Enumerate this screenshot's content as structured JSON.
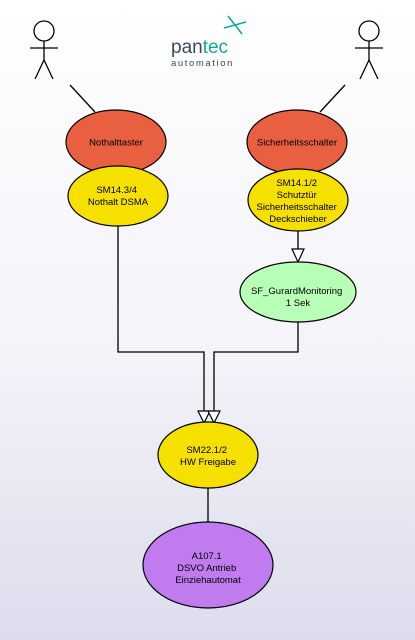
{
  "logo": {
    "name_part1": "pan",
    "name_part2": "tec",
    "subtitle": "automation",
    "accent_color": "#16a6a0",
    "text_color": "#3b4a58"
  },
  "actors": [
    {
      "icon": "stick-figure"
    },
    {
      "icon": "stick-figure"
    }
  ],
  "nodes": {
    "nothalttaster": {
      "lines": [
        "Nothalttaster"
      ],
      "color": "#e8603f"
    },
    "sicherheitsschalter": {
      "lines": [
        "Sicherheitsschalter"
      ],
      "color": "#e8603f"
    },
    "sm14_3": {
      "lines": [
        "SM14.3/4",
        "Nothalt DSMA"
      ],
      "color": "#f5e000"
    },
    "sm14_1": {
      "lines": [
        "SM14.1/2",
        "Schutztür",
        "Sicherheitsschalter",
        "Deckschieber"
      ],
      "color": "#f5e000"
    },
    "sf_monitoring": {
      "lines": [
        "SF_GurardMonitoring",
        "1 Sek"
      ],
      "color": "#b8ffb8"
    },
    "sm22": {
      "lines": [
        "SM22.1/2",
        "HW Freigabe"
      ],
      "color": "#f5e000"
    },
    "a107": {
      "lines": [
        "A107.1",
        "DSVO Antrieb",
        "Einziehautomat"
      ],
      "color": "#c07bef"
    }
  }
}
